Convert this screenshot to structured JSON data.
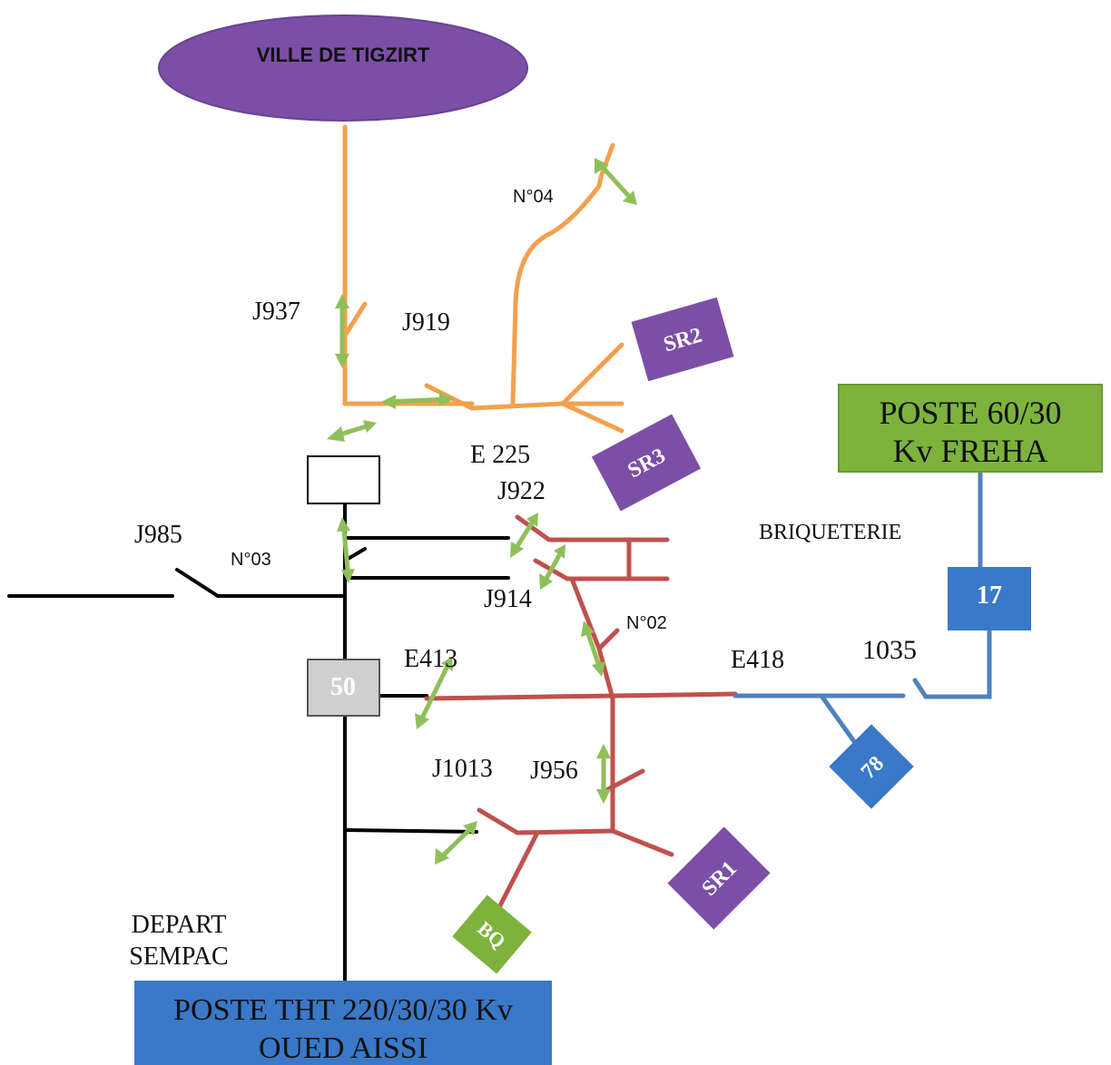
{
  "colors": {
    "orange_feeder": "#f4a04c",
    "red_feeder": "#c0504d",
    "blue_feeder": "#4f81bd",
    "black_feeder": "#000000",
    "switch_arrow": "#8fbf5a",
    "purple_node": "#7b4fa6",
    "green_node": "#7db33d",
    "blue_node": "#3a78c8",
    "gray_node": "#cfcfcf"
  },
  "nodes": {
    "ville": "VILLE DE TIGZIRT",
    "poste_freha": [
      "POSTE 60/30",
      "Kv FREHA"
    ],
    "poste_tht": [
      "POSTE THT 220/30/30 Kv",
      "OUED AISSI"
    ],
    "sr1": "SR1",
    "sr2": "SR2",
    "sr3": "SR3",
    "bq": "BQ",
    "n17": "17",
    "n78": "78",
    "n50": "50"
  },
  "labels": {
    "j937": "J937",
    "j919": "J919",
    "n04": "N°04",
    "e225": "E 225",
    "j922": "J922",
    "j985": "J985",
    "n03": "N°03",
    "j914": "J914",
    "briqueterie": "BRIQUETERIE",
    "n02": "N°02",
    "e413": "E413",
    "e418": "E418",
    "l1035": "1035",
    "j1013": "J1013",
    "j956": "J956",
    "depart": [
      "DEPART",
      "SEMPAC"
    ]
  }
}
